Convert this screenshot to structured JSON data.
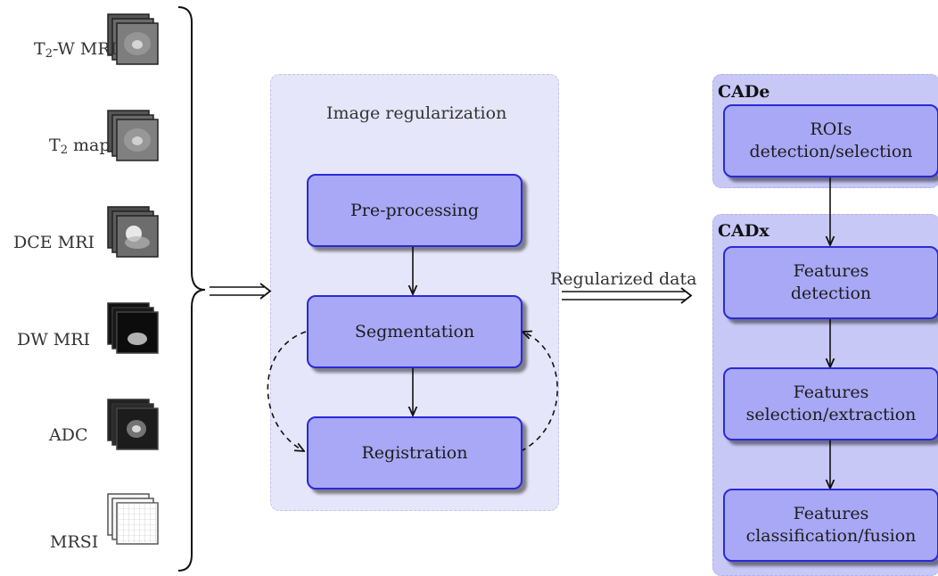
{
  "inputs": [
    {
      "label_main": "T",
      "label_sub": "2",
      "label_rest": "-W MRI"
    },
    {
      "label_main": "T",
      "label_sub": "2",
      "label_rest": " map"
    },
    {
      "label_main": "DCE MRI",
      "label_sub": "",
      "label_rest": ""
    },
    {
      "label_main": "DW MRI",
      "label_sub": "",
      "label_rest": ""
    },
    {
      "label_main": "ADC",
      "label_sub": "",
      "label_rest": ""
    },
    {
      "label_main": "MRSI",
      "label_sub": "",
      "label_rest": ""
    }
  ],
  "regularization": {
    "title": "Image regularization",
    "steps": [
      "Pre-processing",
      "Segmentation",
      "Registration"
    ]
  },
  "output_arrow_label": "Regularized data",
  "cade": {
    "title": "CADe",
    "step_line1": "ROIs",
    "step_line2": "detection/selection"
  },
  "cadx": {
    "title": "CADx",
    "steps": [
      {
        "line1": "Features",
        "line2": "detection"
      },
      {
        "line1": "Features",
        "line2": "selection/extraction"
      },
      {
        "line1": "Features",
        "line2": "classification/fusion"
      }
    ]
  },
  "colors": {
    "box_fill": "#a8a8f6",
    "box_border": "#2a2ad6",
    "reg_panel": "#e6e6fa",
    "cad_panel": "#c8c8f7"
  }
}
